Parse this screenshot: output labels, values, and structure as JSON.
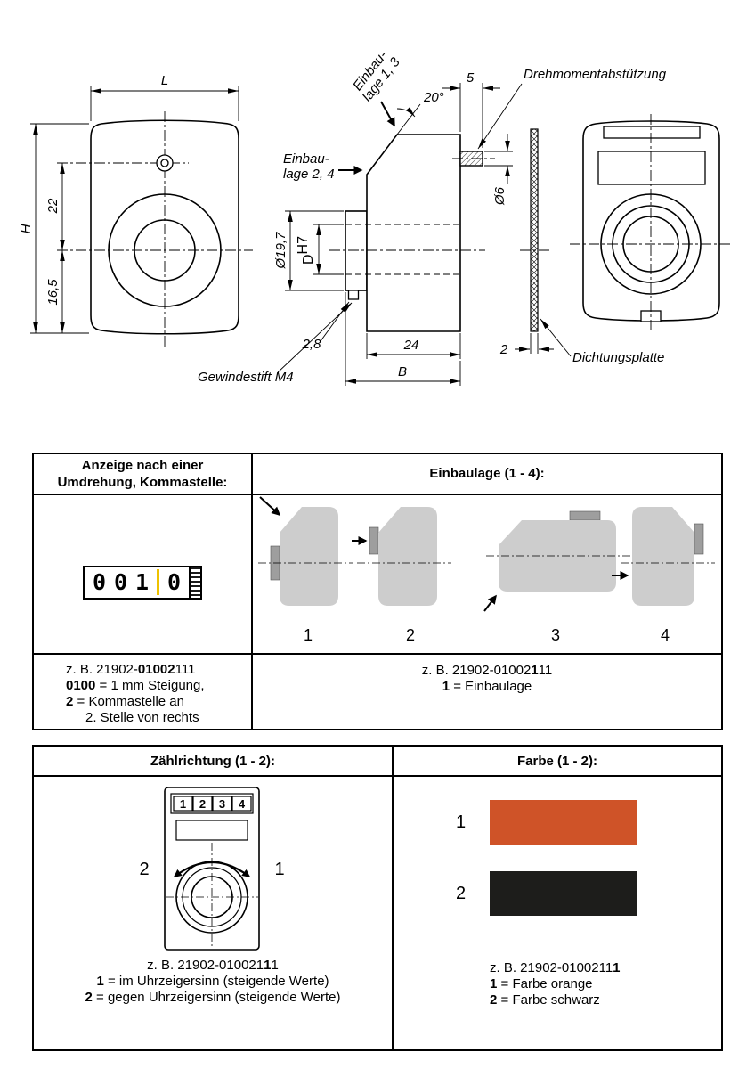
{
  "drawing": {
    "labels": {
      "L": "L",
      "H": "H",
      "dim22": "22",
      "dim16_5": "16,5",
      "einbau13_1": "Einbau-",
      "einbau13_2": "lage 1, 3",
      "deg20": "20°",
      "dim5": "5",
      "drehmoment": "Drehmomentabstützung",
      "einbau24_1": "Einbau-",
      "einbau24_2": "lage 2, 4",
      "dia19_7": "Ø19,7",
      "D": "D",
      "H7": "H7",
      "dia6": "Ø6",
      "dim2_8": "2,8",
      "dim24": "24",
      "B": "B",
      "dim2": "2",
      "dichtungsplatte": "Dichtungsplatte",
      "gewindestift": "Gewindestift M4"
    }
  },
  "table1": {
    "header_left_1": "Anzeige nach einer",
    "header_left_2": "Umdrehung, Kommastelle:",
    "header_right": "Einbaulage (1 - 4):",
    "counter": {
      "digits": [
        "0",
        "0",
        "1",
        "0"
      ],
      "comma_color": "#eec200"
    },
    "position_labels": [
      "1",
      "2",
      "3",
      "4"
    ],
    "footer_left": {
      "code_pre": "z. B. 21902-",
      "code_bold": "01002",
      "code_post": "111",
      "opt1_bold": "0100",
      "opt1_text": " = 1 mm Steigung,",
      "opt2_bold": "2",
      "opt2_text": " = Kommastelle an",
      "opt2_cont": "2. Stelle von rechts"
    },
    "footer_right": {
      "code_pre": "z. B. 21902-01002",
      "code_bold": "1",
      "code_post": "11",
      "opt_bold": "1",
      "opt_text": " = Einbaulage"
    }
  },
  "table2": {
    "header_left": "Zählrichtung (1 - 2):",
    "header_right": "Farbe (1 - 2):",
    "dial_digits": [
      "1",
      "2",
      "3",
      "4"
    ],
    "dir_left": "2",
    "dir_right": "1",
    "colors": [
      {
        "label": "1",
        "name": "orange",
        "hex": "#cf5328"
      },
      {
        "label": "2",
        "name": "schwarz",
        "hex": "#1d1d1b"
      }
    ],
    "footer_left": {
      "code_pre": "z. B. 21902-010021",
      "code_bold": "1",
      "code_post": "1",
      "opt1_bold": "1",
      "opt1_text": " = im Uhrzeigersinn (steigende Werte)",
      "opt2_bold": "2",
      "opt2_text": " = gegen Uhrzeigersinn (steigende Werte)"
    },
    "footer_right": {
      "code_pre": "z. B. 21902-0100211",
      "code_bold": "1",
      "code_post": "",
      "opt1_bold": "1",
      "opt1_text": " = Farbe orange",
      "opt2_bold": "2",
      "opt2_text": " = Farbe schwarz"
    }
  }
}
